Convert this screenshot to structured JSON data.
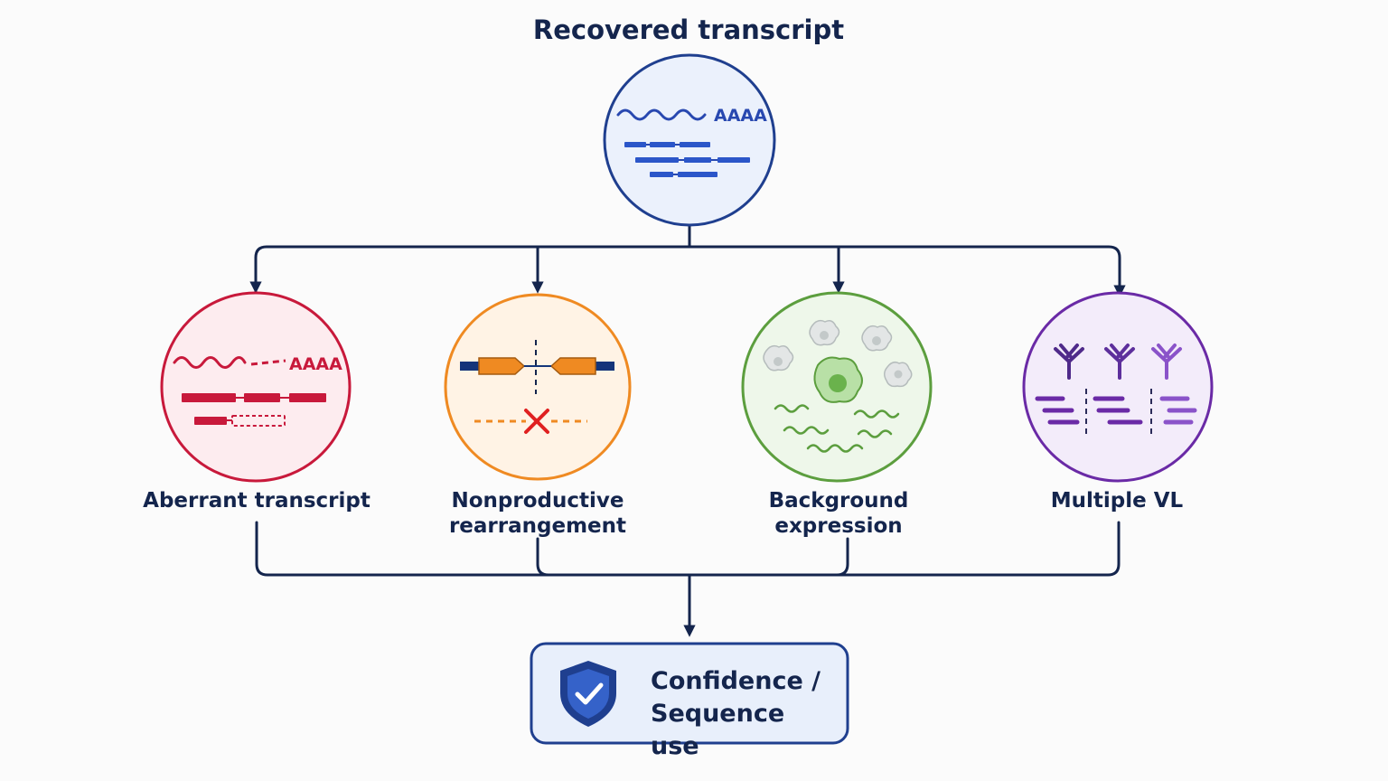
{
  "title": "Recovered transcript",
  "top_node": {
    "poly_a_label": "AAAA",
    "color": "#1f3f8f",
    "fill": "#ebf1fc"
  },
  "branches": [
    {
      "label": "Aberrant transcript",
      "icon": "aberrant-transcript-icon",
      "color": "#c8193b",
      "poly_a_label": "AAAA"
    },
    {
      "label": "Nonproductive\nrearrangement",
      "icon": "nonproductive-rearrangement-icon",
      "color": "#ef8a22"
    },
    {
      "label": "Background\nexpression",
      "icon": "background-expression-icon",
      "color": "#5c9e3e"
    },
    {
      "label": "Multiple VL",
      "icon": "multiple-vl-icon",
      "color": "#6a2aa6"
    }
  ],
  "outcome": {
    "line1": "Confidence /",
    "line2": "Sequence use",
    "icon": "shield-check-icon",
    "border_color": "#1f3f8f",
    "fill": "#e8effb"
  },
  "connector_color": "#14254d"
}
